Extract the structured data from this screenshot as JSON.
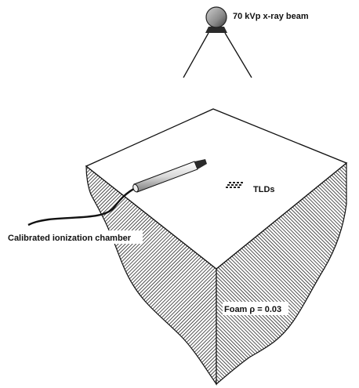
{
  "diagram": {
    "labels": {
      "beam": "70 kVp x-ray beam",
      "tlds": "TLDs",
      "chamber": "Calibrated ionization chamber",
      "foam": "Foam ρ = 0.03"
    },
    "icons": {
      "source": "x-ray-tube-icon",
      "chamber": "ionization-chamber-icon",
      "tlds": "dosimeter-chips-icon"
    },
    "colors": {
      "line": "#111111",
      "hatch": "#1a1a1a",
      "background": "#ffffff"
    }
  }
}
